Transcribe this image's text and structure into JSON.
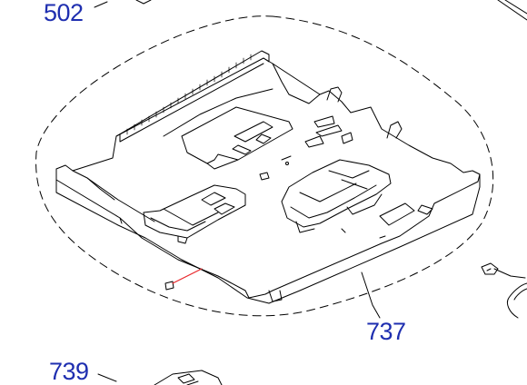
{
  "callouts": [
    {
      "id": "502",
      "label": "502"
    },
    {
      "id": "737",
      "label": "737"
    },
    {
      "id": "739",
      "label": "739"
    }
  ],
  "colors": {
    "callout_text": "#1f2fb0",
    "line": "#000000",
    "leader_highlight": "#e8262a",
    "background": "#ffffff"
  }
}
